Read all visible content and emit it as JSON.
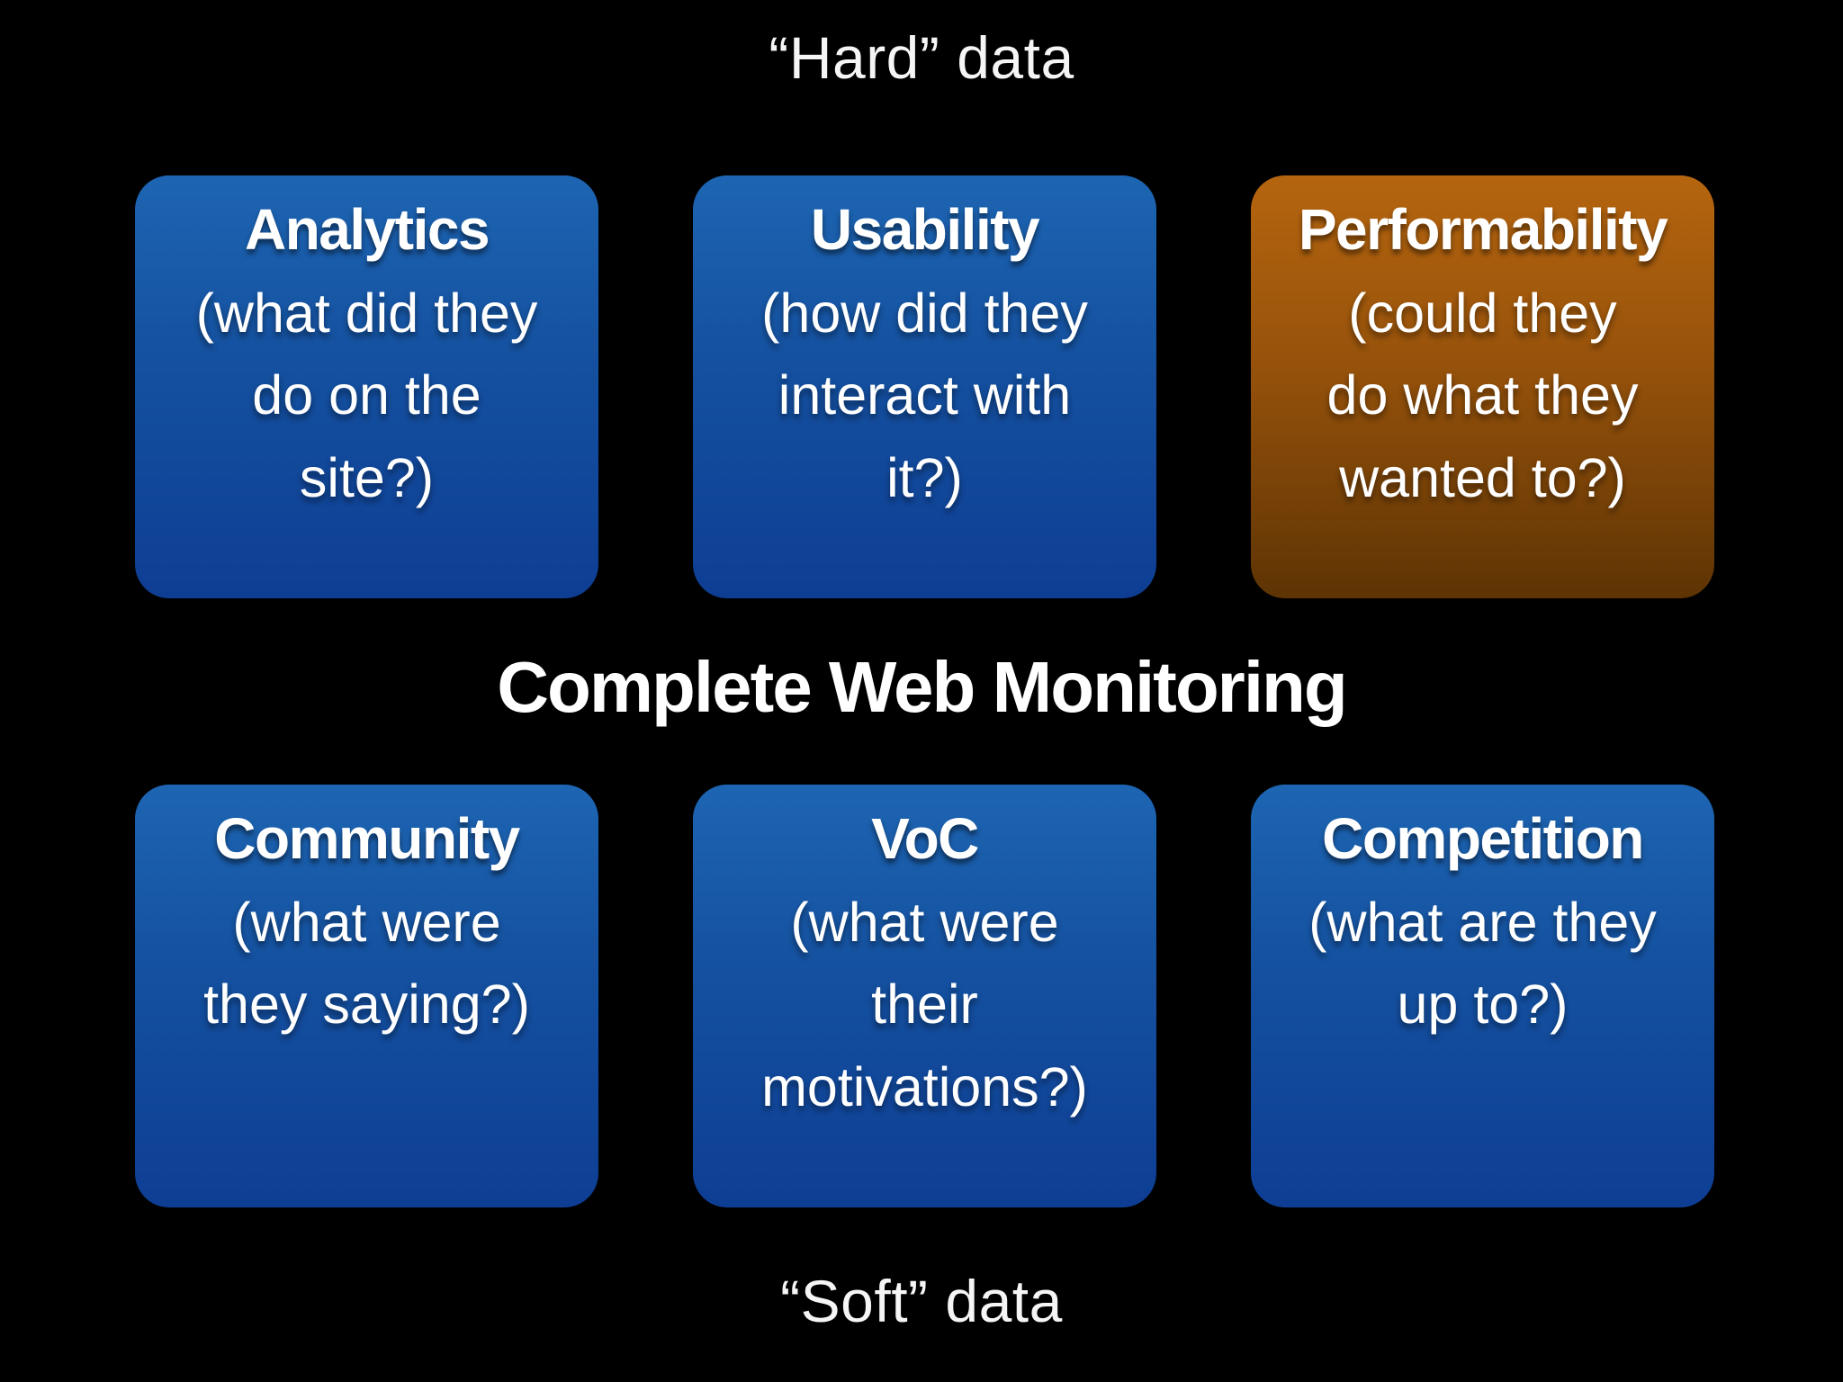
{
  "slide": {
    "top_caption": "“Hard” data",
    "center_heading": "Complete Web Monitoring",
    "bottom_caption": "“Soft” data"
  },
  "colors": {
    "background": "#000000",
    "text": "#ffffff",
    "card_blue_top": "#1d65b2",
    "card_blue_bottom": "#0e3e94",
    "card_orange_top": "#b5650f",
    "card_orange_bottom": "#5e3404"
  },
  "hard_cards": [
    {
      "title": "Analytics",
      "body": "(what did they\ndo on the\nsite?)",
      "color": "blue"
    },
    {
      "title": "Usability",
      "body": "(how did they\ninteract with\nit?)",
      "color": "blue"
    },
    {
      "title": "Performability",
      "body": "(could they\ndo what they\nwanted to?)",
      "color": "orange"
    }
  ],
  "soft_cards": [
    {
      "title": "Community",
      "body": "(what were\nthey saying?)",
      "color": "blue"
    },
    {
      "title": "VoC",
      "body": "(what were\ntheir\nmotivations?)",
      "color": "blue"
    },
    {
      "title": "Competition",
      "body": "(what are they\nup to?)",
      "color": "blue"
    }
  ]
}
